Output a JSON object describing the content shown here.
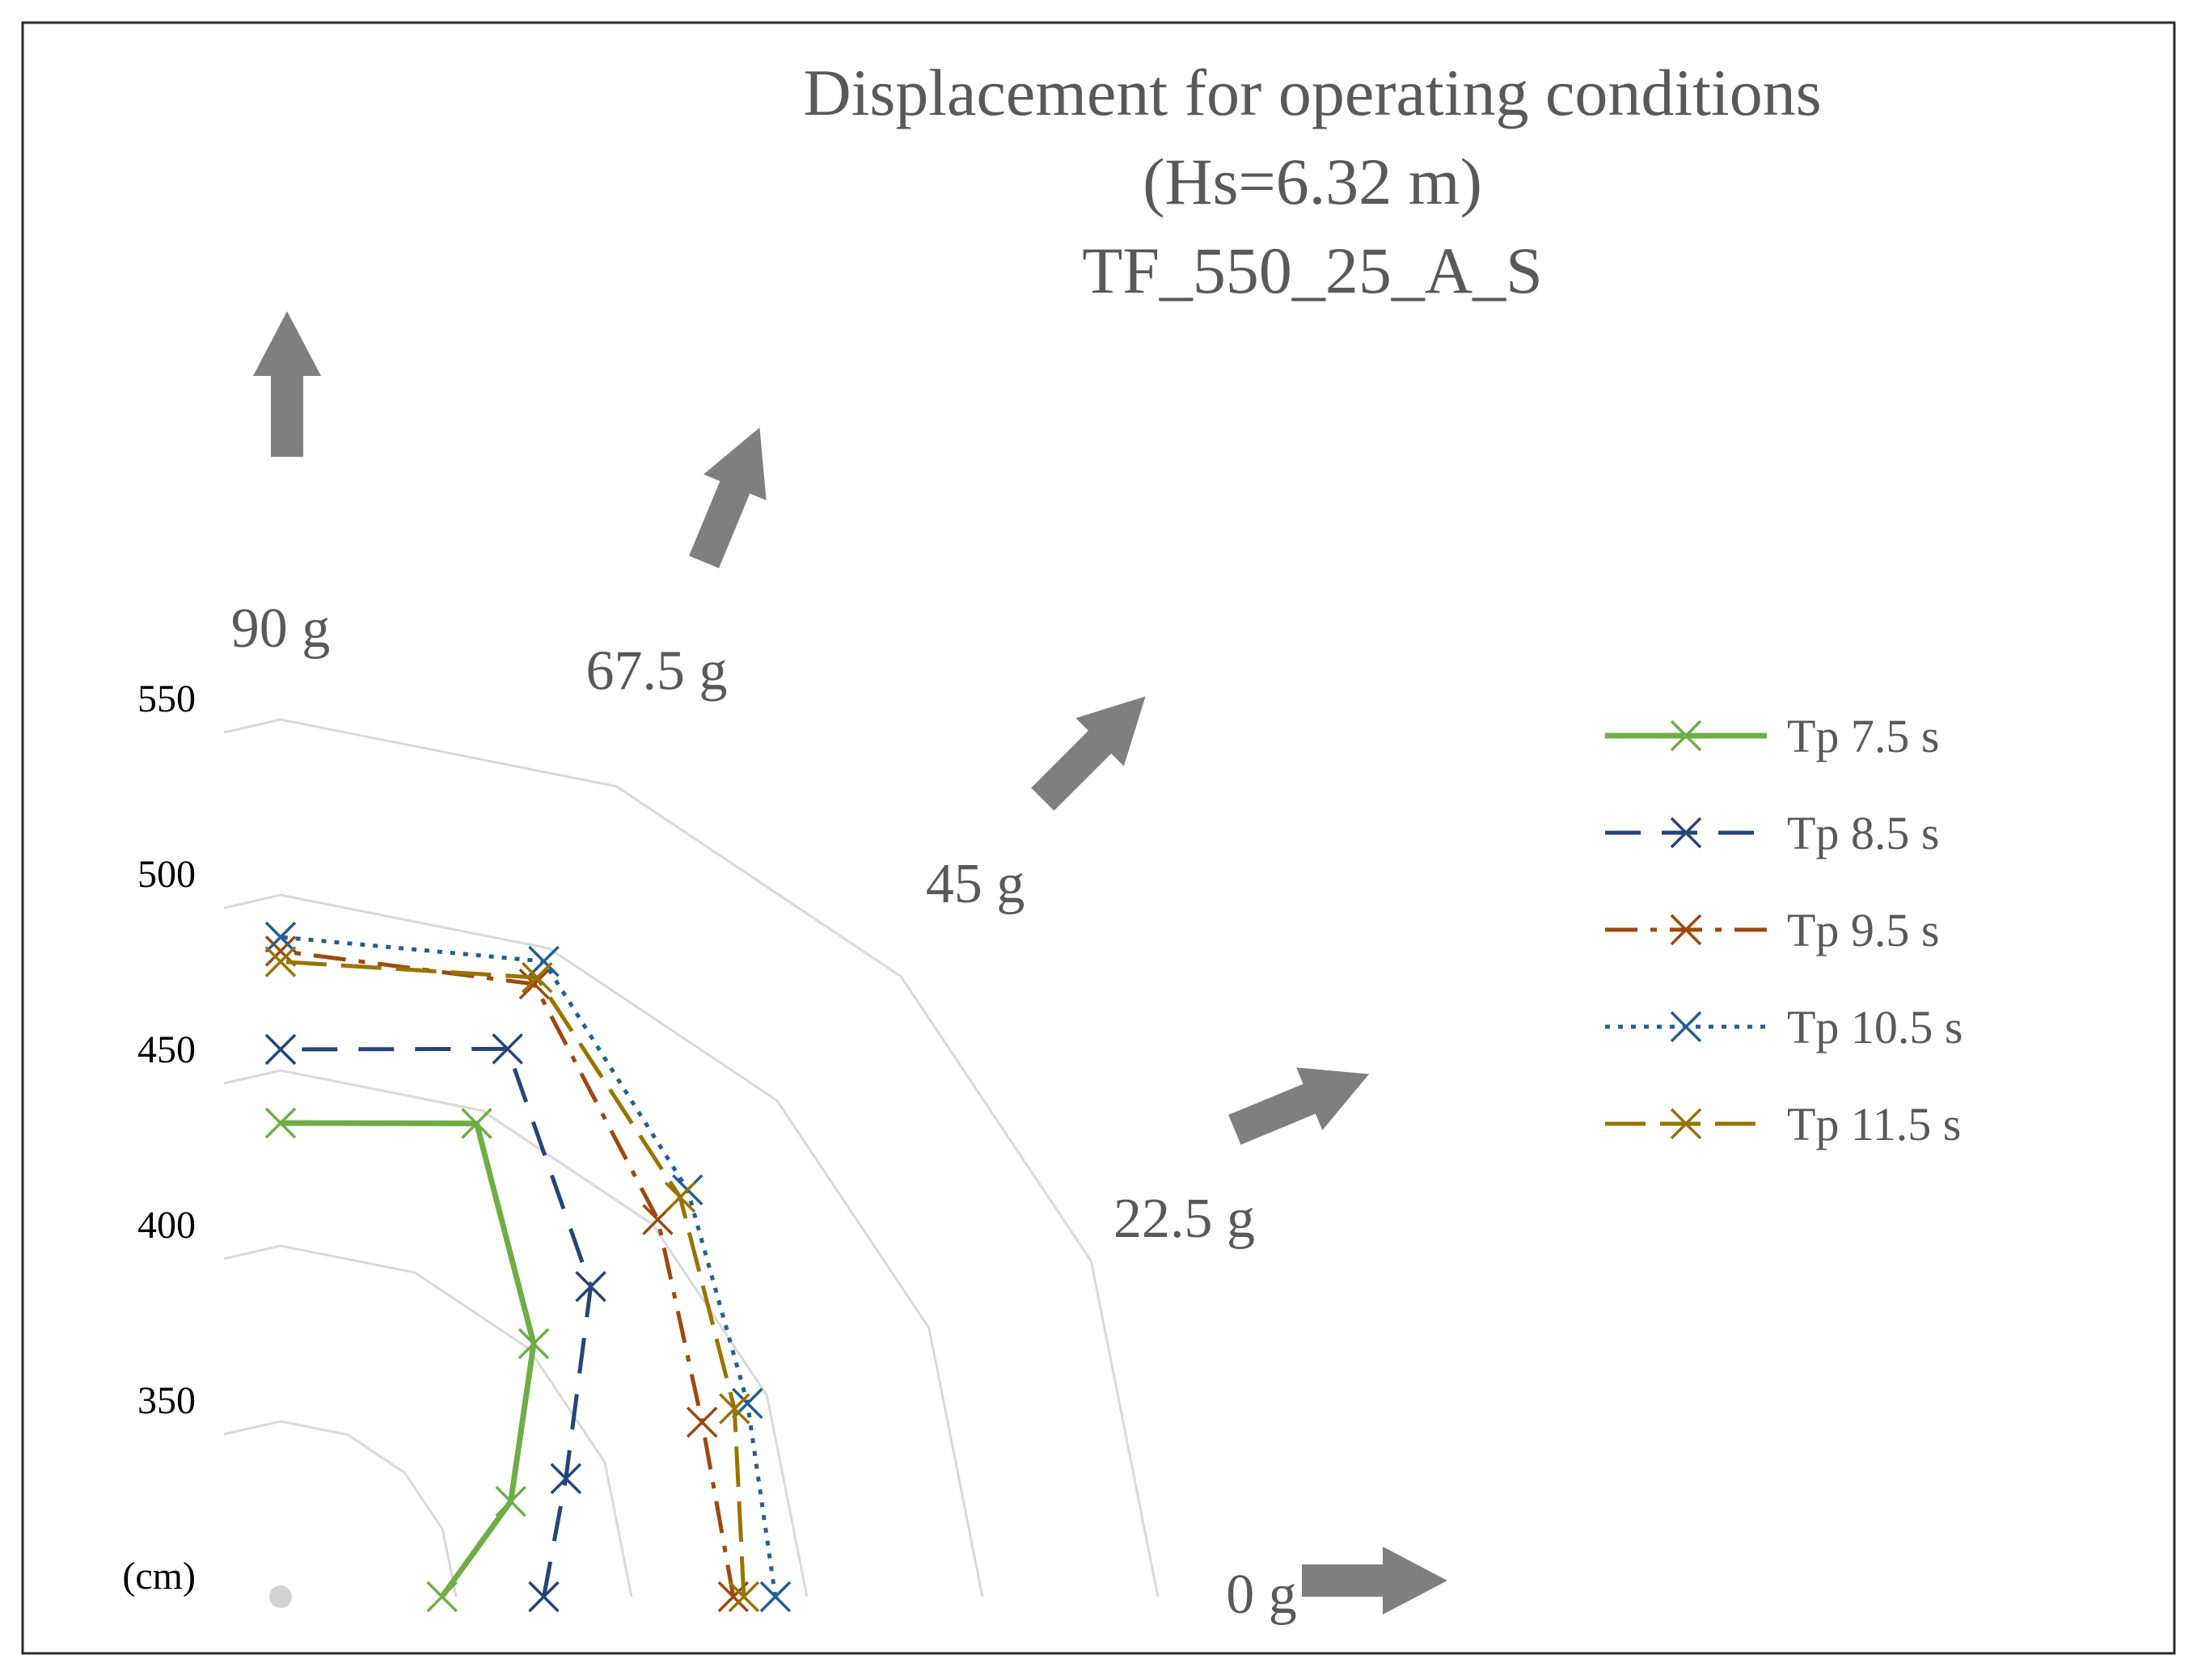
{
  "chart_data": {
    "type": "radar",
    "title_lines": [
      "Displacement for operating conditions",
      "(Hs=6.32 m)",
      "TF_550_25_A_S"
    ],
    "categories": [
      "0 g",
      "22.5 g",
      "45 g",
      "67.5 g",
      "90 g"
    ],
    "radial_axis": {
      "min": 300,
      "max": 550,
      "ticks": [
        350,
        400,
        450,
        500,
        550
      ],
      "unit_label": "(cm)",
      "grid": true
    },
    "series": [
      {
        "name": "Tp 7.5 s",
        "color": "#70ad47",
        "dash": "solid",
        "values": [
          346,
          371,
          402,
          446,
          435
        ]
      },
      {
        "name": "Tp 8.5 s",
        "color": "#264478",
        "dash": "dash",
        "values": [
          375,
          388,
          425,
          469,
          456
        ]
      },
      {
        "name": "Tp 9.5 s",
        "color": "#9e480e",
        "dash": "dashdot",
        "values": [
          429,
          430,
          452,
          489,
          484
        ]
      },
      {
        "name": "Tp 10.5 s",
        "color": "#255e91",
        "dash": "dot",
        "values": [
          441,
          444,
          464,
          496,
          488
        ]
      },
      {
        "name": "Tp 11.5 s",
        "color": "#997300",
        "dash": "longdash",
        "values": [
          432,
          440,
          461,
          491,
          481
        ]
      }
    ],
    "legend_position": "right",
    "direction_arrows": [
      "0 g",
      "22.5 g",
      "45 g",
      "67.5 g",
      "90 g"
    ]
  }
}
